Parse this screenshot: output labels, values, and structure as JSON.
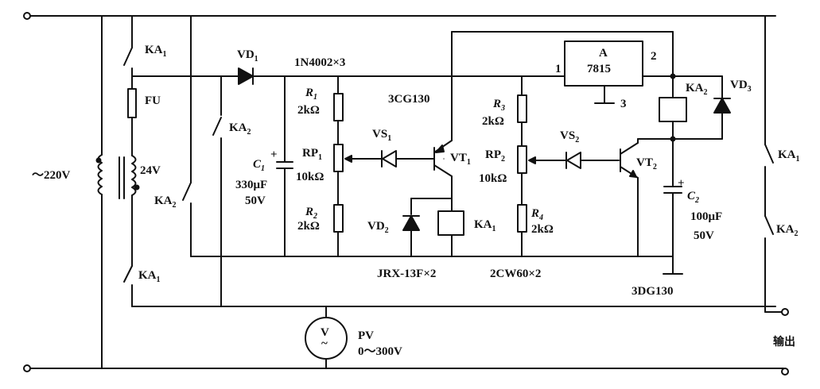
{
  "supply": "～220V",
  "transformer_secondary": "24V",
  "relay_contacts": {
    "ka1": "KA",
    "ka2": "KA",
    "sub1": "1",
    "sub2": "2"
  },
  "fuse": "FU",
  "diode_vd1": {
    "name": "VD",
    "sub": "1",
    "part": "1N4002×3"
  },
  "capacitor_c1": {
    "name": "C",
    "sub": "1",
    "value": "330μF",
    "voltage": "50V"
  },
  "r1": {
    "name": "R",
    "sub": "1",
    "value": "2kΩ"
  },
  "rp1": {
    "name": "RP",
    "sub": "1",
    "value": "10kΩ"
  },
  "r2": {
    "name": "R",
    "sub": "2",
    "value": "2kΩ"
  },
  "vs1": {
    "name": "VS",
    "sub": "1"
  },
  "vt1": {
    "name": "VT",
    "sub": "1",
    "part": "3CG130"
  },
  "vd2": {
    "name": "VD",
    "sub": "2"
  },
  "ka1_coil": {
    "name": "KA",
    "sub": "1",
    "part": "JRX-13F×2"
  },
  "r3": {
    "name": "R",
    "sub": "3",
    "value": "2kΩ"
  },
  "rp2": {
    "name": "RP",
    "sub": "2",
    "value": "10kΩ"
  },
  "r4": {
    "name": "R",
    "sub": "4",
    "value": "2kΩ"
  },
  "vs2": {
    "name": "VS",
    "sub": "2",
    "part": "2CW60×2"
  },
  "regulator": {
    "name": "A",
    "part": "7815",
    "pin1": "1",
    "pin2": "2",
    "pin3": "3"
  },
  "ka2_coil": {
    "name": "KA",
    "sub": "2"
  },
  "vd3": {
    "name": "VD",
    "sub": "3"
  },
  "vt2": {
    "name": "VT",
    "sub": "2",
    "part": "3DG130"
  },
  "capacitor_c2": {
    "name": "C",
    "sub": "2",
    "value": "100μF",
    "voltage": "50V"
  },
  "voltmeter": {
    "symbol": "V",
    "tilde": "~",
    "name": "PV",
    "range": "0～300V"
  },
  "output": "输出",
  "plus": "+"
}
